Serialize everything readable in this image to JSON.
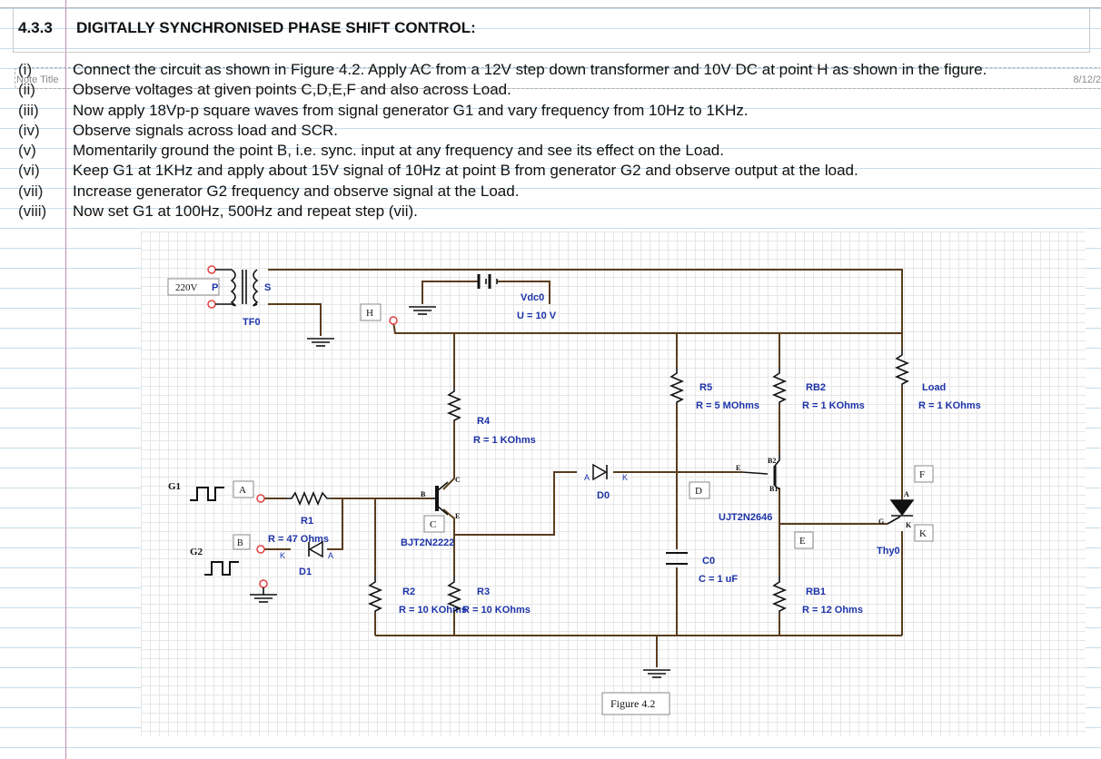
{
  "section": {
    "number": "4.3.3",
    "title": "DIGITALLY SYNCHRONISED PHASE SHIFT CONTROL:"
  },
  "note": {
    "title": "Note Title",
    "date": "8/12/2"
  },
  "steps": [
    {
      "num": "(i)",
      "text": "Connect the circuit as shown in Figure 4.2. Apply AC from a 12V step down transformer and 10V DC at point H as shown in the figure."
    },
    {
      "num": "(ii)",
      "text": "Observe voltages at given points C,D,E,F and also across Load."
    },
    {
      "num": "(iii)",
      "text": "Now apply 18Vp-p square waves from signal generator G1 and vary frequency from 10Hz to 1KHz."
    },
    {
      "num": "(iv)",
      "text": "Observe signals across load and SCR."
    },
    {
      "num": "(v)",
      "text": "Momentarily ground the point B, i.e. sync. input at any frequency and see its effect on the Load."
    },
    {
      "num": "(vi)",
      "text": "Keep G1 at 1KHz and apply about 15V signal of 10Hz at point B from generator G2 and observe output at the load."
    },
    {
      "num": "(vii)",
      "text": "Increase generator G2 frequency and observe signal at the Load."
    },
    {
      "num": "(viii)",
      "text": "Now set G1 at 100Hz, 500Hz and repeat step (vii)."
    }
  ],
  "figure": {
    "caption": "Figure 4.2",
    "transformer": {
      "name": "TF0",
      "primary_voltage": "220V",
      "primary_pin": "P",
      "secondary_pin": "S"
    },
    "battery": {
      "name": "Vdc0",
      "value": "U = 10 V"
    },
    "nodes": {
      "A": "A",
      "B": "B",
      "C": "C",
      "D": "D",
      "E": "E",
      "F": "F",
      "H": "H",
      "K": "K"
    },
    "generators": {
      "g1": "G1",
      "g2": "G2"
    },
    "resistors": {
      "r1": {
        "name": "R1",
        "value": "R = 47 Ohms"
      },
      "r2": {
        "name": "R2",
        "value": "R = 10 KOhms"
      },
      "r3": {
        "name": "R3",
        "value": "R = 10 KOhms"
      },
      "r4": {
        "name": "R4",
        "value": "R = 1 KOhms"
      },
      "r5": {
        "name": "R5",
        "value": "R = 5 MOhms"
      },
      "rb2": {
        "name": "RB2",
        "value": "R = 1 KOhms"
      },
      "rb1": {
        "name": "RB1",
        "value": "R = 12 Ohms"
      },
      "load": {
        "name": "Load",
        "value": "R = 1 KOhms"
      }
    },
    "capacitor": {
      "name": "C0",
      "value": "C = 1 uF"
    },
    "diodes": {
      "d0": "D0",
      "d1": "D1",
      "anode": "A",
      "cathode": "K"
    },
    "transistor": {
      "name": "BJT2N2222",
      "base": "B",
      "collector": "C",
      "emitter": "E"
    },
    "ujt": {
      "name": "UJT2N2646",
      "e": "E",
      "b1": "B1",
      "b2": "B2"
    },
    "thyristor": {
      "name": "Thy0",
      "anode": "A",
      "cathode": "K",
      "gate": "G"
    }
  }
}
